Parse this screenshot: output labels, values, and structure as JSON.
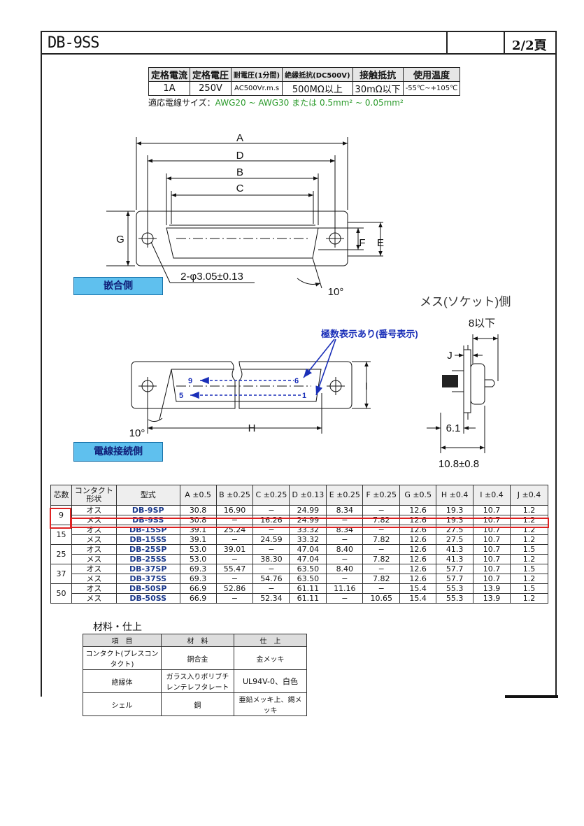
{
  "header": {
    "title": "DB-9SS",
    "page": "2/2頁"
  },
  "spec": {
    "headers": [
      "定格電流",
      "定格電圧",
      "耐電圧(1分間)",
      "絶縁抵抗(DC500V)",
      "接触抵抗",
      "使用温度"
    ],
    "values": [
      "1A",
      "250V",
      "AC500Vr.m.s",
      "500MΩ以上",
      "30mΩ以下",
      "-55℃~+105℃"
    ]
  },
  "wire_note": {
    "label": "適応電線サイズ：",
    "value": "AWG20 ~ AWG30 または 0.5mm² ~ 0.05mm²"
  },
  "drawing": {
    "dims": {
      "A": "A",
      "D": "D",
      "B": "B",
      "C": "C",
      "G": "G",
      "F": "F",
      "E": "E",
      "H": "H",
      "I": "I",
      "J": "J"
    },
    "hole_note": "2-φ3.05±0.13",
    "angle_top": "10°",
    "angle_bottom": "10°",
    "mating_side": "嵌合側",
    "wire_side": "電線接続側",
    "socket_side": "メス(ソケット)側",
    "pin_note": "極数表示あり(番号表示)",
    "pin_9": "9",
    "pin_6": "6",
    "pin_5": "5",
    "pin_1": "1",
    "side_8": "8以下",
    "side_61": "6.1",
    "side_108": "10.8±0.8"
  },
  "dims_table": {
    "headers": [
      "芯数",
      "コンタクト形状",
      "型式",
      "A ±0.5",
      "B ±0.25",
      "C ±0.25",
      "D ±0.13",
      "E ±0.25",
      "F ±0.25",
      "G ±0.5",
      "H ±0.4",
      "I ±0.4",
      "J ±0.4"
    ],
    "groups": [
      {
        "cores": "9",
        "rows": [
          [
            "オス",
            "DB-9SP",
            "30.8",
            "16.90",
            "−",
            "24.99",
            "8.34",
            "−",
            "12.6",
            "19.3",
            "10.7",
            "1.2"
          ],
          [
            "メス",
            "DB-9SS",
            "30.8",
            "−",
            "16.26",
            "24.99",
            "−",
            "7.82",
            "12.6",
            "19.3",
            "10.7",
            "1.2"
          ]
        ]
      },
      {
        "cores": "15",
        "rows": [
          [
            "オス",
            "DB-15SP",
            "39.1",
            "25.24",
            "−",
            "33.32",
            "8.34",
            "−",
            "12.6",
            "27.5",
            "10.7",
            "1.2"
          ],
          [
            "メス",
            "DB-15SS",
            "39.1",
            "−",
            "24.59",
            "33.32",
            "−",
            "7.82",
            "12.6",
            "27.5",
            "10.7",
            "1.2"
          ]
        ]
      },
      {
        "cores": "25",
        "rows": [
          [
            "オス",
            "DB-25SP",
            "53.0",
            "39.01",
            "−",
            "47.04",
            "8.40",
            "−",
            "12.6",
            "41.3",
            "10.7",
            "1.5"
          ],
          [
            "メス",
            "DB-25SS",
            "53.0",
            "−",
            "38.30",
            "47.04",
            "−",
            "7.82",
            "12.6",
            "41.3",
            "10.7",
            "1.2"
          ]
        ]
      },
      {
        "cores": "37",
        "rows": [
          [
            "オス",
            "DB-37SP",
            "69.3",
            "55.47",
            "−",
            "63.50",
            "8.40",
            "−",
            "12.6",
            "57.7",
            "10.7",
            "1.5"
          ],
          [
            "メス",
            "DB-37SS",
            "69.3",
            "−",
            "54.76",
            "63.50",
            "−",
            "7.82",
            "12.6",
            "57.7",
            "10.7",
            "1.2"
          ]
        ]
      },
      {
        "cores": "50",
        "rows": [
          [
            "オス",
            "DB-50SP",
            "66.9",
            "52.86",
            "−",
            "61.11",
            "11.16",
            "−",
            "15.4",
            "55.3",
            "13.9",
            "1.5"
          ],
          [
            "メス",
            "DB-50SS",
            "66.9",
            "−",
            "52.34",
            "61.11",
            "−",
            "10.65",
            "15.4",
            "55.3",
            "13.9",
            "1.2"
          ]
        ]
      }
    ]
  },
  "materials": {
    "title": "材料・仕上",
    "headers": [
      "項　目",
      "材　料",
      "仕　上"
    ],
    "rows": [
      [
        "コンタクト(プレスコンタクト)",
        "銅合金",
        "金メッキ"
      ],
      [
        "絶縁体",
        "ガラス入りポリブチレンテレフタレート",
        "UL94V-0、白色"
      ],
      [
        "シェル",
        "鋼",
        "亜鉛メッキ上、錫メッキ"
      ]
    ]
  },
  "colors": {
    "blue_label": "#5fc0ee",
    "highlight": "#dd2222",
    "green_text": "#2a9a2a",
    "part_blue": "#1c3a8c"
  }
}
